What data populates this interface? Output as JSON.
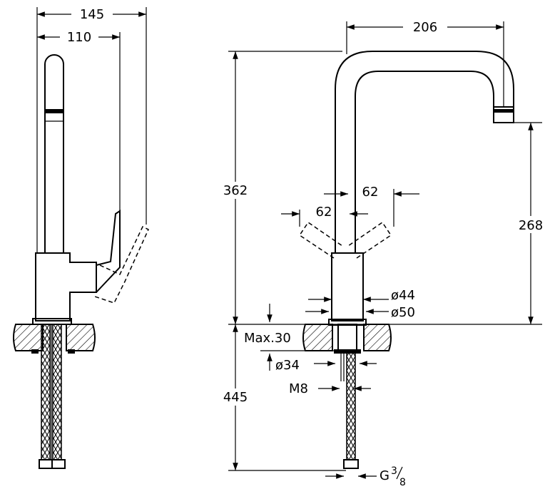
{
  "dimensions": {
    "side_total_width": "145",
    "side_spout_reach": "110",
    "front_spout_width": "206",
    "overall_height": "362",
    "spout_outlet_height": "268",
    "lever_swing_right": "62",
    "lever_swing_left": "62",
    "body_diameter_upper": "ø44",
    "body_diameter_base": "ø50",
    "max_deck_thickness": "Max.30",
    "mounting_hole": "ø34",
    "thread_rod": "M8",
    "hose_length": "445",
    "hose_connection": "G",
    "hose_connection_fraction_num": "3",
    "hose_connection_fraction_den": "8"
  }
}
